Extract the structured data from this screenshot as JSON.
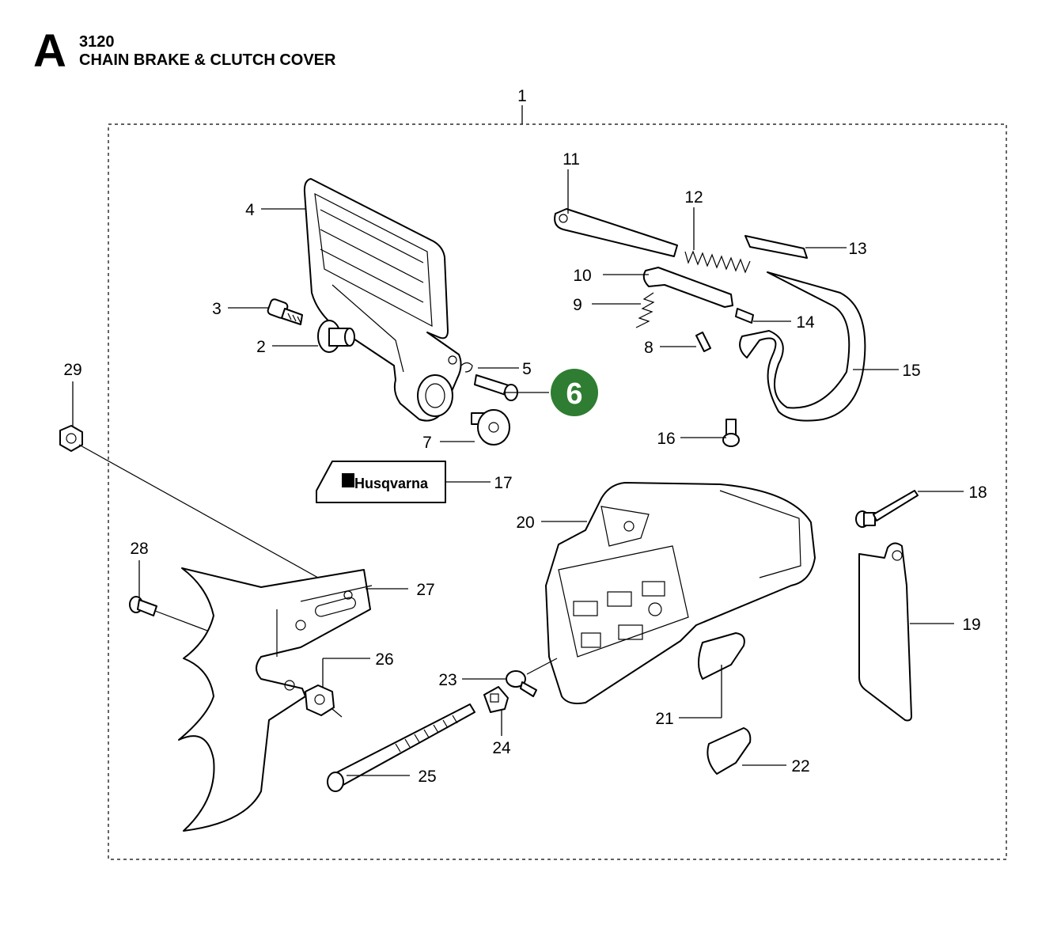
{
  "header": {
    "section_letter": "A",
    "group_code": "3120",
    "title": "CHAIN BRAKE & CLUTCH COVER"
  },
  "assembly_label": "1",
  "decal_text": "Husqvarna",
  "highlight": {
    "label": "6",
    "color": "#2e7d32"
  },
  "callouts": [
    "2",
    "3",
    "4",
    "5",
    "7",
    "8",
    "9",
    "10",
    "11",
    "12",
    "13",
    "14",
    "15",
    "16",
    "17",
    "18",
    "19",
    "20",
    "21",
    "22",
    "23",
    "24",
    "25",
    "26",
    "27",
    "28",
    "29"
  ]
}
